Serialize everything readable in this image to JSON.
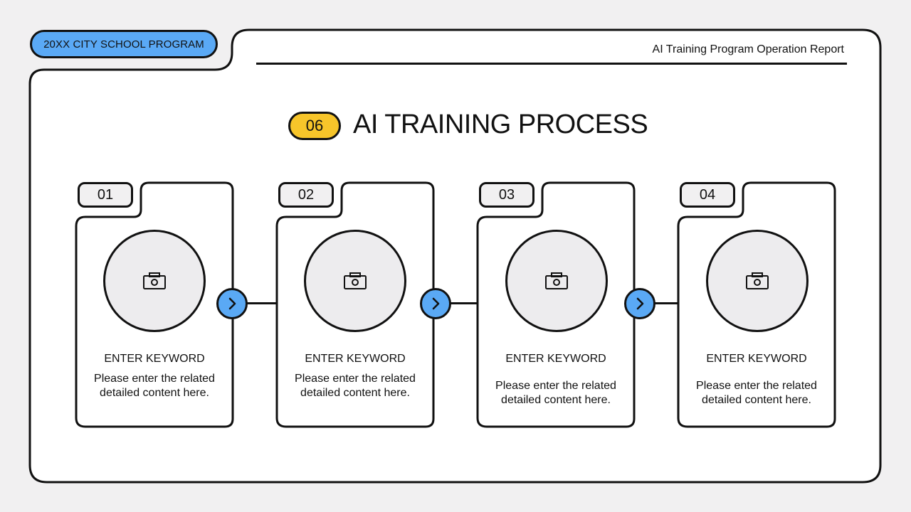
{
  "header": {
    "program_label": "20XX CITY SCHOOL PROGRAM",
    "report_title": "AI Training Program Operation Report"
  },
  "section": {
    "number": "06",
    "title": "AI TRAINING PROCESS"
  },
  "colors": {
    "accent_blue": "#5aa9f5",
    "accent_yellow": "#f7c52a",
    "outline": "#111111",
    "background": "#f1f0f1"
  },
  "steps": [
    {
      "number": "01",
      "keyword": "ENTER KEYWORD",
      "desc_line1": "Please enter the related",
      "desc_line2": "detailed content here.",
      "icon": "camera-icon"
    },
    {
      "number": "02",
      "keyword": "ENTER KEYWORD",
      "desc_line1": "Please enter the related",
      "desc_line2": "detailed content here.",
      "icon": "camera-icon"
    },
    {
      "number": "03",
      "keyword": "ENTER KEYWORD",
      "desc_line1": "Please enter the related",
      "desc_line2": "detailed content here.",
      "icon": "camera-icon"
    },
    {
      "number": "04",
      "keyword": "ENTER KEYWORD",
      "desc_line1": "Please enter the related",
      "desc_line2": "detailed content here.",
      "icon": "camera-icon"
    }
  ]
}
